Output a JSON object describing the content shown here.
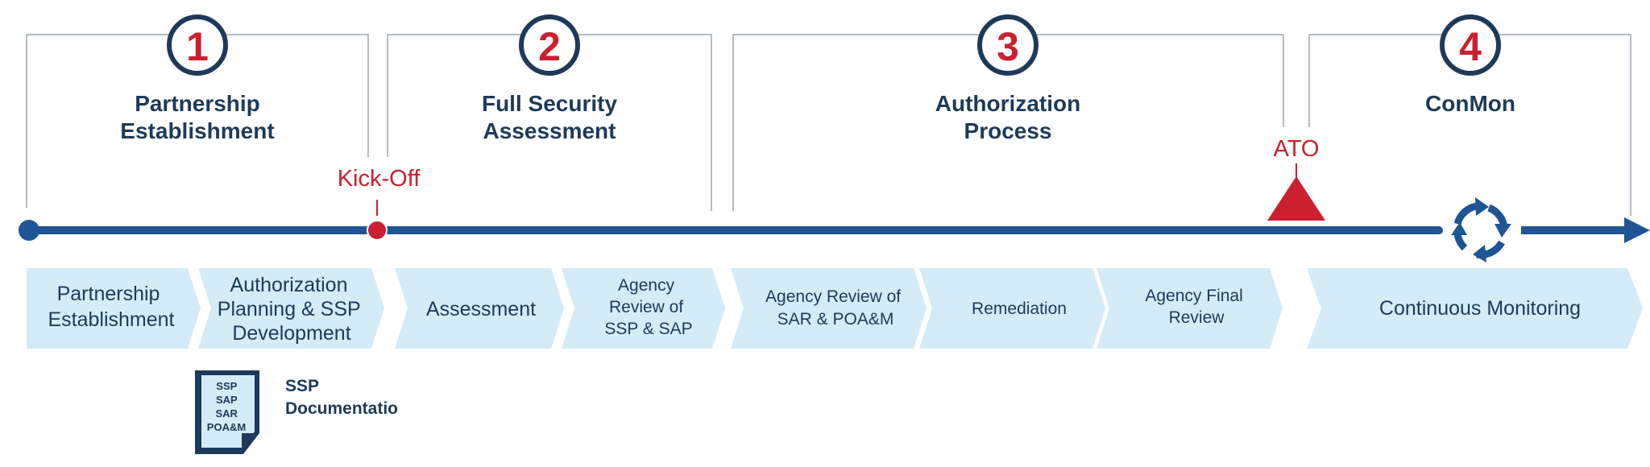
{
  "phases": [
    {
      "number": "1",
      "title_line1": "Partnership",
      "title_line2": "Establishment"
    },
    {
      "number": "2",
      "title_line1": "Full Security",
      "title_line2": "Assessment"
    },
    {
      "number": "3",
      "title_line1": "Authorization",
      "title_line2": "Process"
    },
    {
      "number": "4",
      "title_line1": "ConMon",
      "title_line2": ""
    }
  ],
  "milestones": {
    "kickoff": "Kick-Off",
    "ato": "ATO"
  },
  "steps": [
    {
      "lines": [
        "Partnership",
        "Establishment"
      ]
    },
    {
      "lines": [
        "Authorization",
        "Planning & SSP",
        "Development"
      ]
    },
    {
      "lines": [
        "Assessment"
      ]
    },
    {
      "lines": [
        "Agency",
        "Review of",
        "SSP & SAP"
      ]
    },
    {
      "lines": [
        "Agency Review of",
        "SAR & POA&M"
      ]
    },
    {
      "lines": [
        "Remediation"
      ]
    },
    {
      "lines": [
        "Agency Final",
        "Review"
      ]
    },
    {
      "lines": [
        "Continuous Monitoring"
      ]
    }
  ],
  "documents": {
    "icon_lines": [
      "SSP",
      "SAP",
      "SAR",
      "POA&M"
    ],
    "caption_line1": "SSP",
    "caption_line2": "Documentatio"
  },
  "colors": {
    "navy": "#1d3a5a",
    "timeline_blue": "#1f5594",
    "accent_red": "#cc1f2f",
    "chevron_fill": "#d3ecf8",
    "bracket_gray": "#9aa7b2"
  },
  "icons": [
    "continuous-cycle-icon",
    "document-icon",
    "arrow-head-icon",
    "triangle-ato-icon"
  ]
}
